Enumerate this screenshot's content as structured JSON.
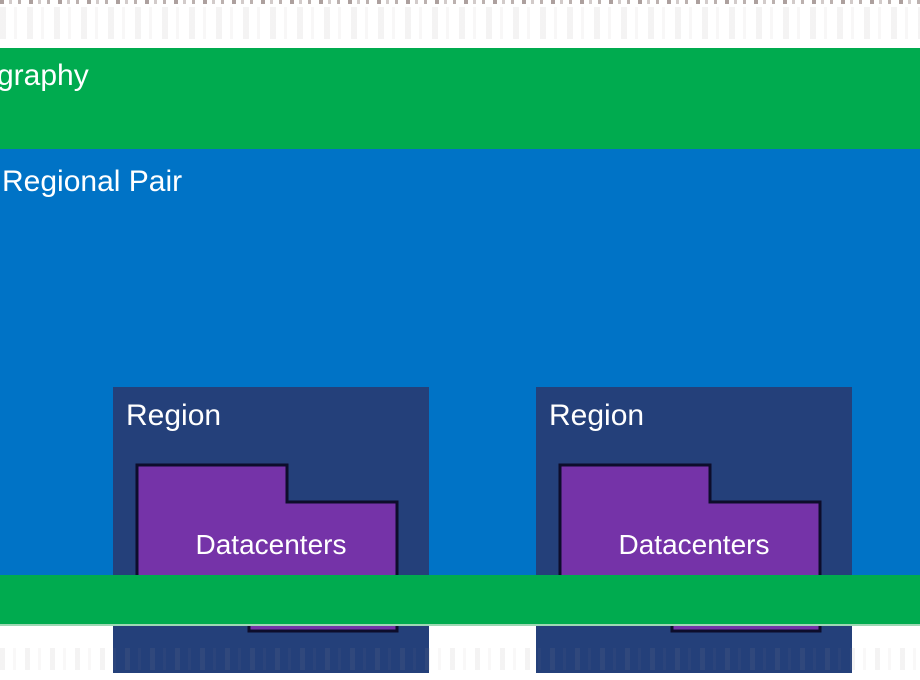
{
  "colors": {
    "page_bg": "#ffffff",
    "green": "#00ab4f",
    "blue": "#0073c6",
    "region_navy": "#24407a",
    "datacenter_purple": "#7533a8",
    "datacenter_border": "#0d0d2b",
    "label_text": "#ffffff"
  },
  "diagram": {
    "geography_label": "graphy",
    "regional_pair_label": "Regional Pair",
    "regions": [
      {
        "label": "Region",
        "datacenter_label": "Datacenters"
      },
      {
        "label": "Region",
        "datacenter_label": "Datacenters"
      }
    ]
  }
}
